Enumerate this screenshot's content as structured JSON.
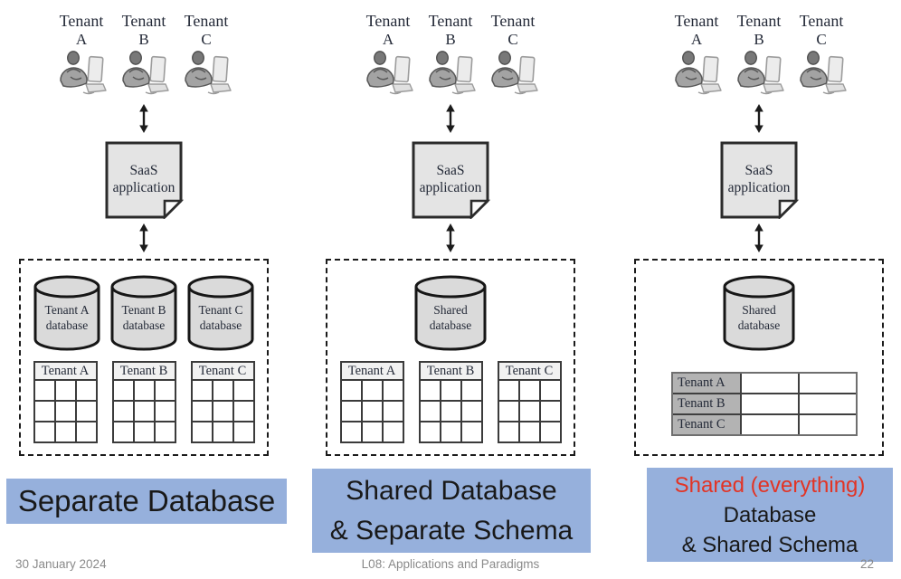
{
  "footer": {
    "date": "30 January 2024",
    "course": "L08: Applications and Paradigms",
    "page": "22"
  },
  "colors": {
    "banner_blue": "#96B0DC",
    "highlight_red": "#E23425",
    "cylinder_fill": "#DADADA",
    "shared_row_fill": "#B3B3B3",
    "diagram_text": "#242A38"
  },
  "columns": [
    {
      "pattern": "Separate Database",
      "tenants": [
        {
          "word": "Tenant",
          "letter": "A"
        },
        {
          "word": "Tenant",
          "letter": "B"
        },
        {
          "word": "Tenant",
          "letter": "C"
        }
      ],
      "saas": {
        "line1": "SaaS",
        "line2": "application"
      },
      "cylinders": [
        {
          "line1": "Tenant A",
          "line2": "database"
        },
        {
          "line1": "Tenant B",
          "line2": "database"
        },
        {
          "line1": "Tenant C",
          "line2": "database"
        }
      ],
      "tables": [
        {
          "header": "Tenant A"
        },
        {
          "header": "Tenant B"
        },
        {
          "header": "Tenant C"
        }
      ],
      "banner": {
        "lines": [
          "Separate Database"
        ]
      }
    },
    {
      "pattern": "Shared Database & Separate Schema",
      "tenants": [
        {
          "word": "Tenant",
          "letter": "A"
        },
        {
          "word": "Tenant",
          "letter": "B"
        },
        {
          "word": "Tenant",
          "letter": "C"
        }
      ],
      "saas": {
        "line1": "SaaS",
        "line2": "application"
      },
      "cylinders": [
        {
          "line1": "Shared",
          "line2": "database"
        }
      ],
      "tables": [
        {
          "header": "Tenant A"
        },
        {
          "header": "Tenant B"
        },
        {
          "header": "Tenant C"
        }
      ],
      "banner": {
        "lines": [
          "Shared Database",
          "& Separate Schema"
        ]
      }
    },
    {
      "pattern": "Shared Database & Shared Schema",
      "tenants": [
        {
          "word": "Tenant",
          "letter": "A"
        },
        {
          "word": "Tenant",
          "letter": "B"
        },
        {
          "word": "Tenant",
          "letter": "C"
        }
      ],
      "saas": {
        "line1": "SaaS",
        "line2": "application"
      },
      "cylinders": [
        {
          "line1": "Shared",
          "line2": "database"
        }
      ],
      "shared_table": {
        "row_labels": [
          "Tenant A",
          "Tenant B",
          "Tenant C"
        ],
        "data_columns": 2
      },
      "banner": {
        "lines": [
          "Shared (everything)",
          "Database",
          "& Shared Schema"
        ],
        "line1_color": "#E23425"
      }
    }
  ]
}
